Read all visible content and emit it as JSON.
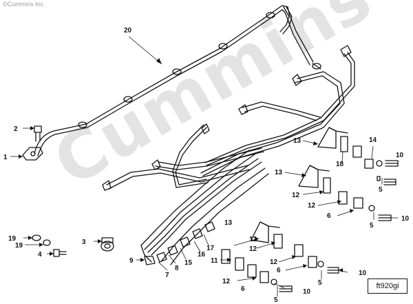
{
  "copyright": "©Cummins Inc",
  "watermark": "Cummins",
  "figure_id": "ft920gi",
  "callouts": {
    "c1": "1",
    "c2": "2",
    "c3": "3",
    "c4": "4",
    "c5a": "5",
    "c5b": "5",
    "c5c": "5",
    "c5d": "5",
    "c6a": "6",
    "c6b": "6",
    "c6c": "6",
    "c7": "7",
    "c8": "8",
    "c9": "9",
    "c10a": "10",
    "c10b": "10",
    "c10c": "10",
    "c10d": "10",
    "c11": "11",
    "c12a": "12",
    "c12b": "12",
    "c12c": "12",
    "c12d": "12",
    "c12e": "12",
    "c12f": "12",
    "c13a": "13",
    "c13b": "13",
    "c13c": "13",
    "c14": "14",
    "c15": "15",
    "c16": "16",
    "c17": "17",
    "c18": "18",
    "c19a": "19",
    "c19b": "19",
    "c20": "20"
  }
}
